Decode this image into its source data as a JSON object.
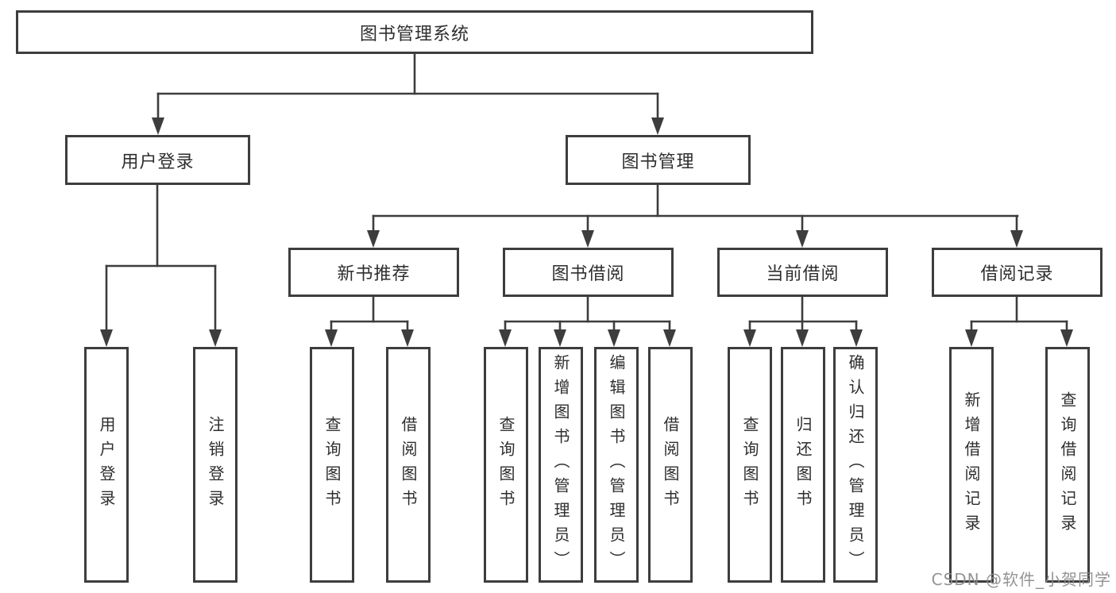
{
  "diagram": {
    "type": "hierarchy-tree",
    "root": {
      "label": "图书管理系统"
    },
    "branches": [
      {
        "label": "用户登录",
        "children": [
          {
            "label": "用户登录"
          },
          {
            "label": "注销登录"
          }
        ]
      },
      {
        "label": "图书管理",
        "children": [
          {
            "label": "新书推荐",
            "children": [
              {
                "label": "查询图书"
              },
              {
                "label": "借阅图书"
              }
            ]
          },
          {
            "label": "图书借阅",
            "children": [
              {
                "label": "查询图书"
              },
              {
                "label": "新增图书（管理员）"
              },
              {
                "label": "编辑图书（管理员）"
              },
              {
                "label": "借阅图书"
              }
            ]
          },
          {
            "label": "当前借阅",
            "children": [
              {
                "label": "查询图书"
              },
              {
                "label": "归还图书"
              },
              {
                "label": "确认归还（管理员）"
              }
            ]
          },
          {
            "label": "借阅记录",
            "children": [
              {
                "label": "新增借阅记录"
              },
              {
                "label": "查询借阅记录"
              }
            ]
          }
        ]
      }
    ]
  },
  "watermark": {
    "text": "CSDN @软件_小贺同学"
  },
  "colors": {
    "line": "#3d3d3d",
    "text": "#2e2e2e",
    "background": "#ffffff",
    "watermark": "#8a8a8a"
  }
}
